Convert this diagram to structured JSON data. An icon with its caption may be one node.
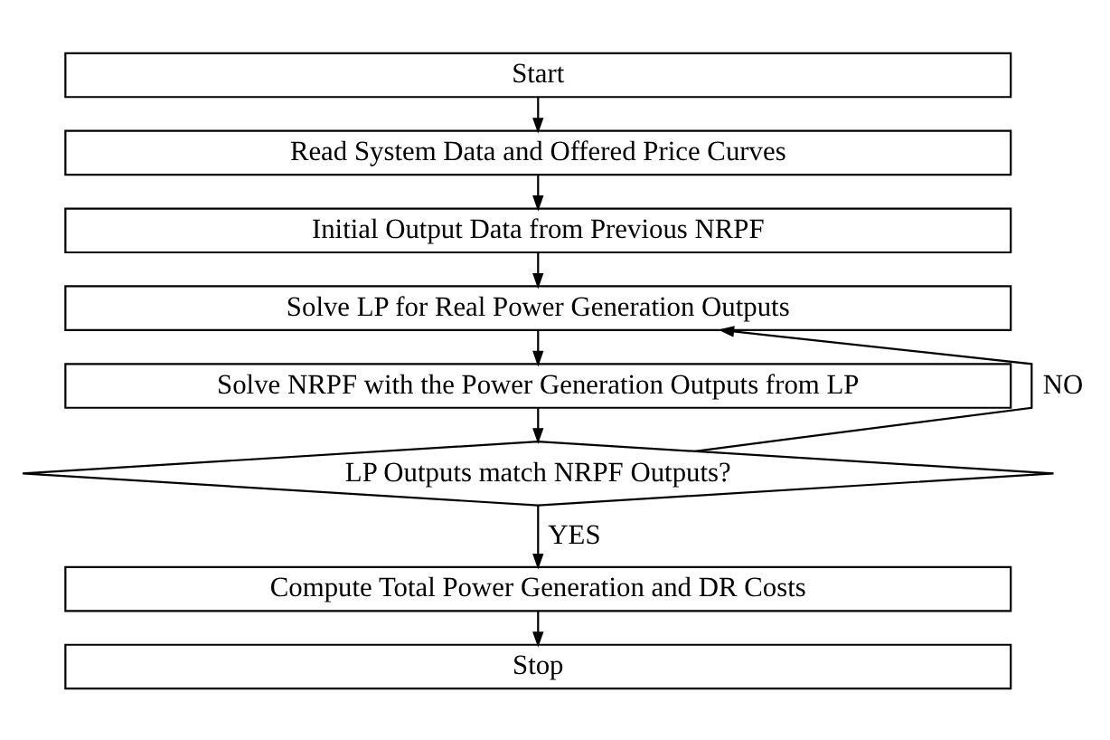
{
  "diagram": {
    "nodes": [
      {
        "text": [
          "Start"
        ]
      },
      {
        "text": [
          "Read System Data and Offered Price Curves"
        ]
      },
      {
        "text": [
          "Initial Output Data from Previous NRPF"
        ]
      },
      {
        "text": [
          "Solve LP for Real Power Generation Outputs"
        ]
      },
      {
        "text": [
          "Solve NRPF with the Power Generation Outputs from LP"
        ]
      },
      {
        "text": [
          "LP Outputs match NRPF Outputs?"
        ]
      },
      {
        "text": [
          "Compute Total Power Generation and DR Costs"
        ]
      },
      {
        "text": [
          "Stop"
        ]
      }
    ],
    "edges": [
      {
        "from": 0,
        "to": 1,
        "arrow": "to"
      },
      {
        "from": 1,
        "to": 2,
        "arrow": "to"
      },
      {
        "from": 2,
        "to": 3,
        "arrow": "to"
      },
      {
        "from": 3,
        "to": 4,
        "arrow": "to"
      },
      {
        "from": 4,
        "to": 5,
        "arrow": "to"
      },
      {
        "from": 5,
        "to": 3,
        "label": "NO",
        "arrow": "to"
      },
      {
        "from": 5,
        "to": 6,
        "label": "YES",
        "arrow": "to"
      },
      {
        "from": 6,
        "to": 7,
        "arrow": "to"
      }
    ]
  }
}
